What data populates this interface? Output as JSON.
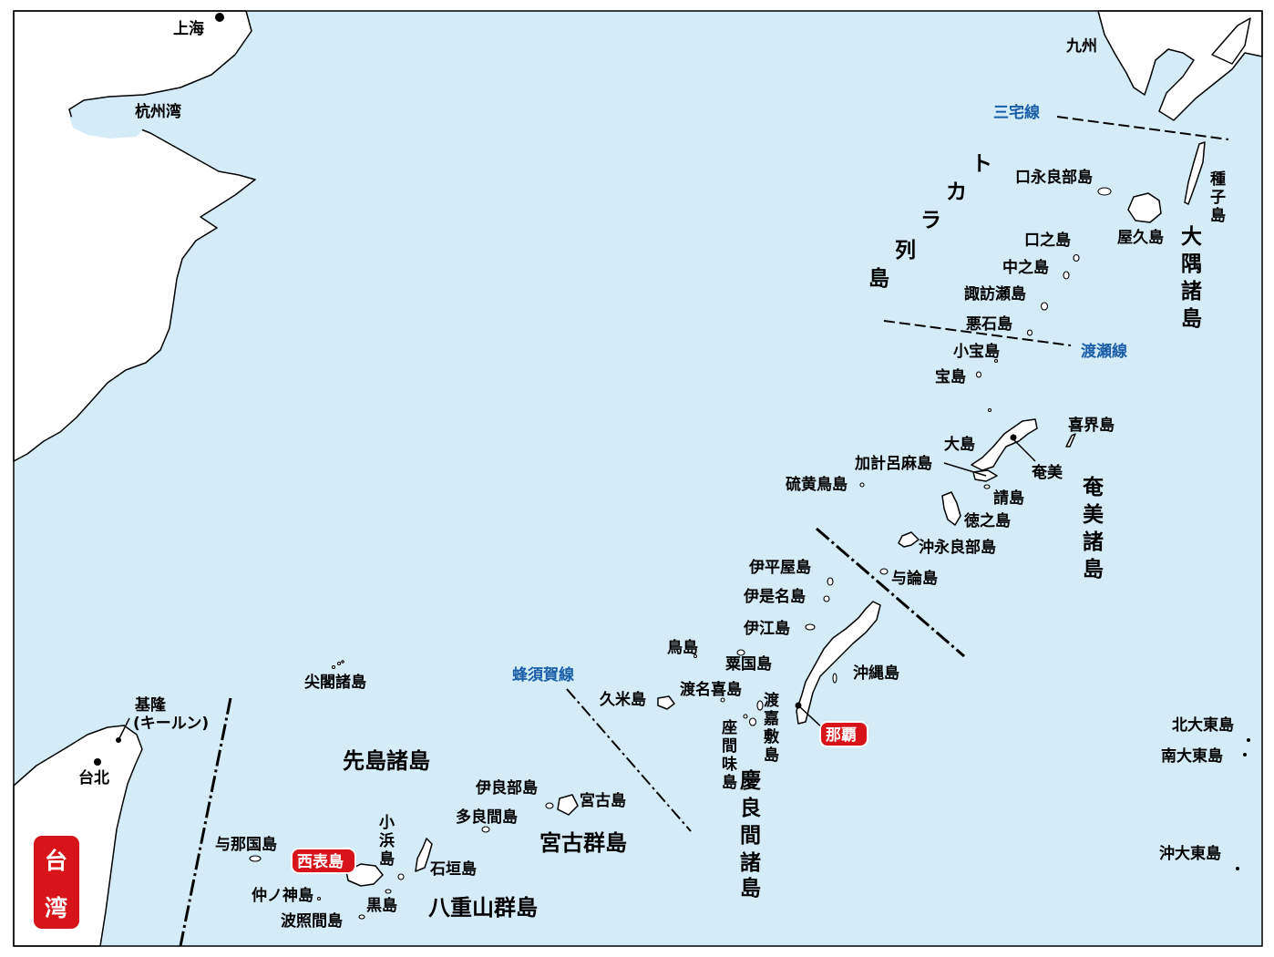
{
  "map": {
    "colors": {
      "sea": "#d4ebf8",
      "land": "#ffffff",
      "highlight": "#d8141b",
      "boundary_label": "#1a5ea8"
    },
    "mainland": {
      "shanghai": "上海",
      "hangzhou_bay": "杭州湾",
      "kyushu": "九州"
    },
    "taiwan": {
      "name_top": "台",
      "name_bottom": "湾",
      "taipei": "台北",
      "keelung_1": "基隆",
      "keelung_2": "(キールン)"
    },
    "boundary_lines": {
      "miyake": "三宅線",
      "watase": "渡瀬線",
      "hachisuka": "蜂須賀線"
    },
    "osumi": {
      "group_chars": [
        "大",
        "隅",
        "諸",
        "島"
      ],
      "tanegashima_chars": [
        "種",
        "子",
        "島"
      ],
      "yakushima": "屋久島",
      "kuchinoerabu": "口永良部島"
    },
    "tokara": {
      "group_chars": [
        "ト",
        "カ",
        "ラ",
        "列",
        "島"
      ],
      "kuchinoshima": "口之島",
      "nakanoshima": "中之島",
      "suwanosejima": "諏訪瀬島",
      "akusekijima": "悪石島",
      "kodakarajima": "小宝島",
      "takarajima": "宝島"
    },
    "amami": {
      "group_chars": [
        "奄",
        "美",
        "諸",
        "島"
      ],
      "kikaijima": "喜界島",
      "oshima": "大島",
      "amami_city": "奄美",
      "kakeromajima": "加計呂麻島",
      "ioutorishima": "硫黄鳥島",
      "ukejima": "請島",
      "tokunoshima": "徳之島",
      "okinoerabu": "沖永良部島",
      "yoron": "与論島"
    },
    "okinawa": {
      "iheya": "伊平屋島",
      "izena": "伊是名島",
      "ie": "伊江島",
      "tori": "鳥島",
      "aguni": "粟国島",
      "tonaki": "渡名喜島",
      "kume": "久米島",
      "okinawa_main": "沖縄島",
      "naha": "那覇",
      "tokashiki_chars": [
        "渡",
        "嘉",
        "敷",
        "島"
      ],
      "zamami_chars": [
        "座",
        "間",
        "味",
        "島"
      ],
      "kerama_chars": [
        "慶",
        "良",
        "間",
        "諸",
        "島"
      ]
    },
    "daito": {
      "kita": "北大東島",
      "minami": "南大東島",
      "oki": "沖大東島"
    },
    "sakishima": {
      "group": "先島諸島",
      "senkaku": "尖閣諸島",
      "miyako_group": "宮古群島",
      "miyako": "宮古島",
      "irabu": "伊良部島",
      "tarama": "多良間島",
      "yaeyama_group": "八重山群島",
      "yonaguni": "与那国島",
      "iriomote": "西表島",
      "kohama_chars": [
        "小",
        "浜",
        "島"
      ],
      "ishigaki": "石垣島",
      "nakanokami": "仲ノ神島",
      "kuro": "黒島",
      "hateruma": "波照間島"
    }
  }
}
